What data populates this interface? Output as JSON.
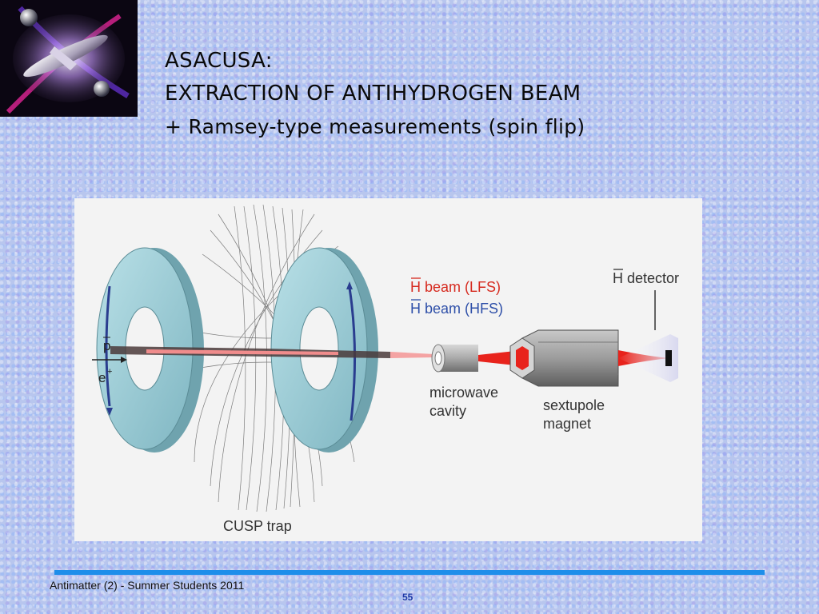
{
  "slide": {
    "title_line1": "ASACUSA:",
    "title_line2": "EXTRACTION OF ANTIHYDROGEN BEAM",
    "title_line3": "+ Ramsey-type measurements (spin flip)",
    "footer": "Antimatter (2) - Summer Students 2011",
    "page_number": "55"
  },
  "diagram": {
    "label_p": "p",
    "label_e": "e",
    "label_e_sup": "+",
    "label_beam_lfs": "H beam (LFS)",
    "label_beam_hfs": "H beam (HFS)",
    "label_detector": "H detector",
    "label_cavity_1": "microwave",
    "label_cavity_2": "cavity",
    "label_magnet_1": "sextupole",
    "label_magnet_2": "magnet",
    "label_cusp": "CUSP trap"
  },
  "colors": {
    "accent_bar": "#1e8eea",
    "beam_red": "#e8231c",
    "ring_teal": "#8fc7d2",
    "lfs_text": "#d62a1f",
    "hfs_text": "#2e4fa8"
  }
}
